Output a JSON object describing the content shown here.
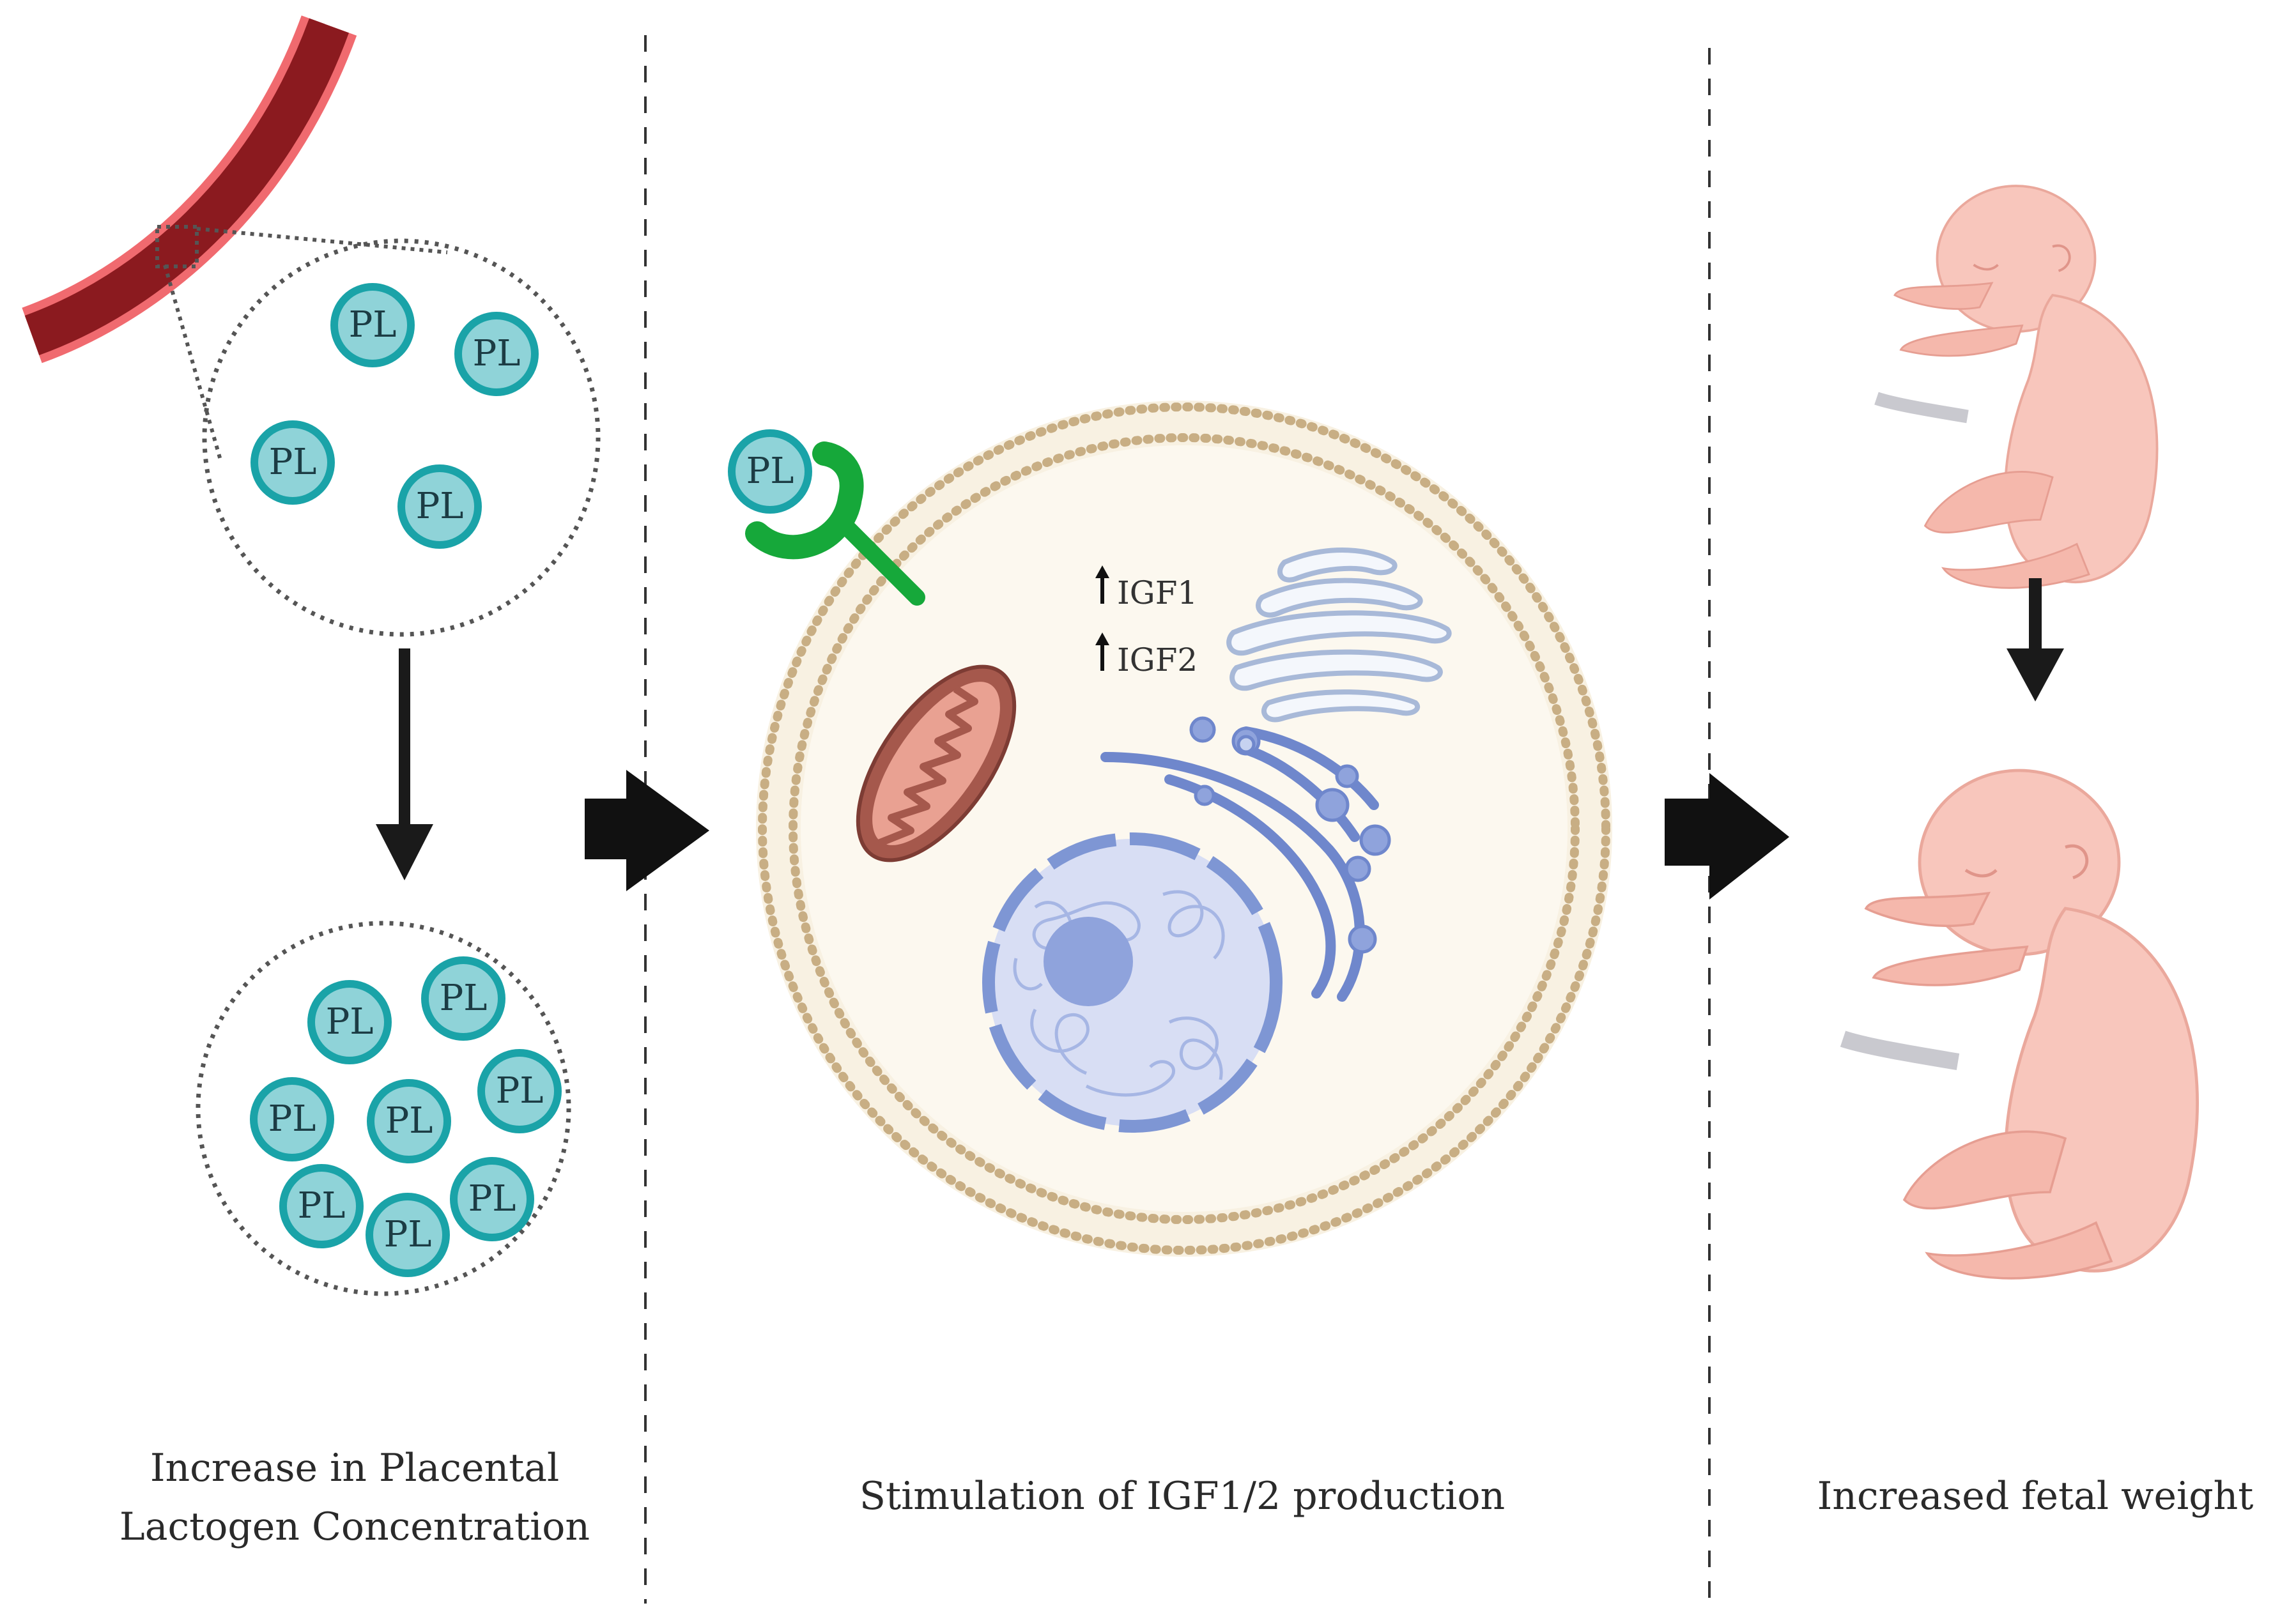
{
  "molecule_label": "PL",
  "igf_labels": [
    "IGF1",
    "IGF2"
  ],
  "captions": {
    "left_line1": "Increase in Placental",
    "left_line2": "Lactogen Concentration",
    "middle": "Stimulation of IGF1/2 production",
    "right": "Increased fetal weight"
  },
  "colors": {
    "vessel_wall": "#8b1a1f",
    "vessel_edge": "#f06a6f",
    "molecule_fill": "#8fd3d8",
    "molecule_ring": "#1aa3a8",
    "receptor": "#16a83a",
    "cell_fill": "#fcf8ef",
    "membrane": "#c8ae84",
    "mitochondrion": "#a5584c",
    "nucleus": "#d8def4",
    "nucleus_edge": "#7e96d4",
    "golgi": "#a8b9d8",
    "er": "#6f87cc",
    "fetus": "#f8c6bc",
    "arrow": "#1a1a1a"
  }
}
